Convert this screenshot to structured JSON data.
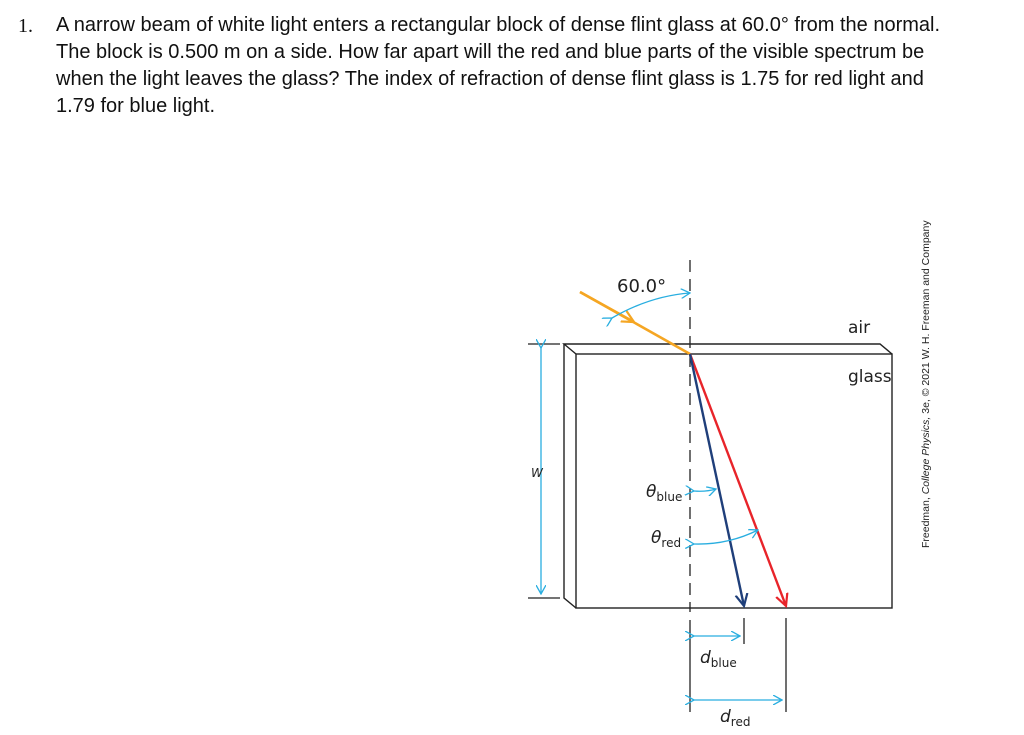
{
  "problem": {
    "number": "1.",
    "text": "A narrow beam of white light enters a rectangular block of dense flint glass at 60.0° from the normal. The block is 0.500 m on a side. How far apart will the red and blue parts of the visible spectrum be when the light leaves the glass? The index of refraction of dense flint glass is 1.75 for red light and 1.79 for blue light."
  },
  "figure": {
    "angle_label": "60.0°",
    "air_label": "air",
    "glass_label": "glass",
    "width_label": "W",
    "theta_blue": {
      "symbol": "θ",
      "sub": "blue"
    },
    "theta_red": {
      "symbol": "θ",
      "sub": "red"
    },
    "d_blue": {
      "symbol": "d",
      "sub": "blue"
    },
    "d_red": {
      "symbol": "d",
      "sub": "red"
    },
    "colors": {
      "incident": "#f5a623",
      "blue_ray": "#1f3f7a",
      "red_ray": "#e8242a",
      "dimension": "#29aee0",
      "block": "#222222"
    }
  },
  "credit": {
    "author": "Freedman,",
    "book": "College Physics,",
    "rest": "3e, © 2021 W. H. Freeman and Company"
  }
}
